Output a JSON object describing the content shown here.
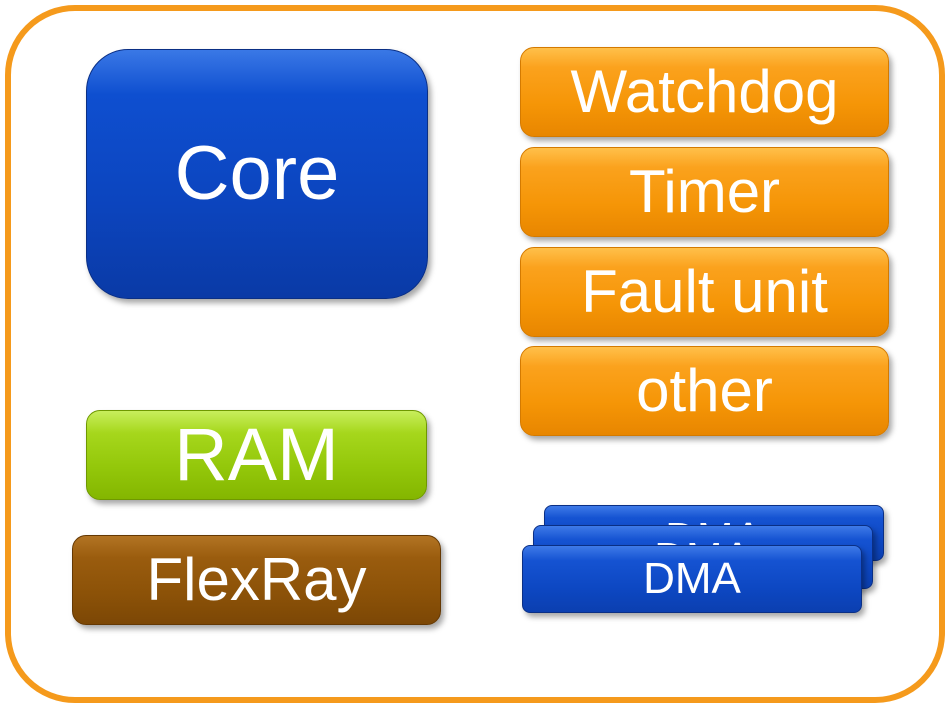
{
  "diagram": {
    "core": {
      "label": "Core"
    },
    "peripherals": [
      {
        "id": "watchdog",
        "label": "Watchdog"
      },
      {
        "id": "timer",
        "label": "Timer"
      },
      {
        "id": "fault-unit",
        "label": "Fault unit"
      },
      {
        "id": "other",
        "label": "other"
      }
    ],
    "ram": {
      "label": "RAM"
    },
    "flexray": {
      "label": "FlexRay"
    },
    "dma_stack": [
      {
        "label": "DMA"
      },
      {
        "label": "DMA"
      },
      {
        "label": "DMA"
      }
    ]
  },
  "colors": {
    "frame_border": "#f59a1c",
    "core": "#0c45bf",
    "peripheral": "#f59506",
    "ram": "#93c70a",
    "flexray": "#8c5208",
    "dma": "#0d47c2"
  }
}
